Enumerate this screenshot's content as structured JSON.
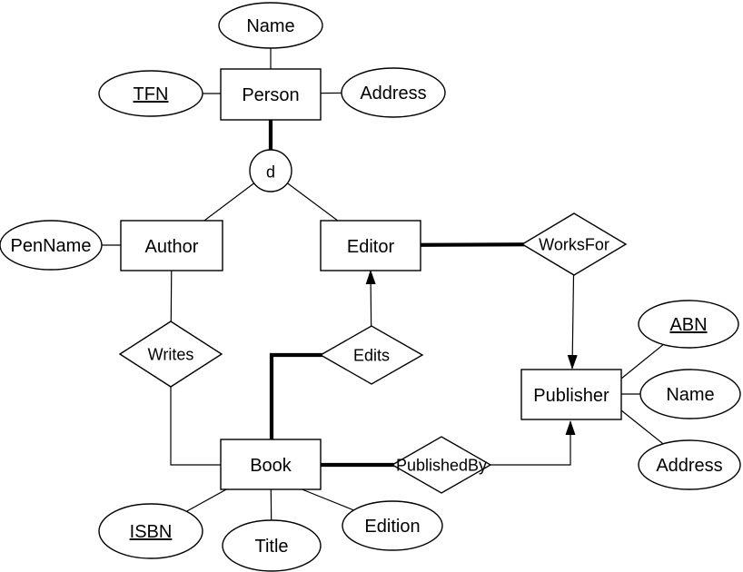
{
  "diagram": {
    "type": "entity-relationship",
    "background": "#ffffff",
    "line_color": "#000000",
    "shape_fill": "#ffffff"
  },
  "entities": [
    {
      "label": "Person"
    },
    {
      "label": "Author"
    },
    {
      "label": "Editor"
    },
    {
      "label": "Book"
    },
    {
      "label": "Publisher"
    }
  ],
  "attributes": [
    {
      "label": "Name",
      "owner": "Person",
      "key": false
    },
    {
      "label": "TFN",
      "owner": "Person",
      "key": true
    },
    {
      "label": "Address",
      "owner": "Person",
      "key": false
    },
    {
      "label": "PenName",
      "owner": "Author",
      "key": false
    },
    {
      "label": "ABN",
      "owner": "Publisher",
      "key": true
    },
    {
      "label": "Name",
      "owner": "Publisher",
      "key": false
    },
    {
      "label": "Address",
      "owner": "Publisher",
      "key": false
    },
    {
      "label": "ISBN",
      "owner": "Book",
      "key": true
    },
    {
      "label": "Title",
      "owner": "Book",
      "key": false
    },
    {
      "label": "Edition",
      "owner": "Book",
      "key": false
    }
  ],
  "relationships": [
    {
      "label": "Writes"
    },
    {
      "label": "Edits"
    },
    {
      "label": "WorksFor"
    },
    {
      "label": "PublishedBy"
    }
  ],
  "specialization": {
    "label": "d"
  },
  "connections": [
    {
      "from": "Name",
      "to": "Person",
      "style": "thin"
    },
    {
      "from": "TFN",
      "to": "Person",
      "style": "thin"
    },
    {
      "from": "Address",
      "to": "Person",
      "style": "thin"
    },
    {
      "from": "Person",
      "to": "d",
      "style": "thick"
    },
    {
      "from": "d",
      "to": "Author",
      "style": "thin"
    },
    {
      "from": "d",
      "to": "Editor",
      "style": "thin"
    },
    {
      "from": "PenName",
      "to": "Author",
      "style": "thin"
    },
    {
      "from": "Author",
      "to": "Writes",
      "style": "thin"
    },
    {
      "from": "Writes",
      "to": "Book",
      "style": "thin"
    },
    {
      "from": "Edits",
      "to": "Editor",
      "style": "arrow"
    },
    {
      "from": "Edits",
      "to": "Book",
      "style": "thick"
    },
    {
      "from": "Editor",
      "to": "WorksFor",
      "style": "thick"
    },
    {
      "from": "WorksFor",
      "to": "Publisher",
      "style": "arrow"
    },
    {
      "from": "Book",
      "to": "PublishedBy",
      "style": "thick"
    },
    {
      "from": "PublishedBy",
      "to": "Publisher",
      "style": "arrow"
    },
    {
      "from": "Publisher",
      "to": "ABN",
      "style": "thin"
    },
    {
      "from": "Publisher",
      "to": "Name",
      "style": "thin"
    },
    {
      "from": "Publisher",
      "to": "Address",
      "style": "thin"
    },
    {
      "from": "Book",
      "to": "ISBN",
      "style": "thin"
    },
    {
      "from": "Book",
      "to": "Title",
      "style": "thin"
    },
    {
      "from": "Book",
      "to": "Edition",
      "style": "thin"
    }
  ]
}
